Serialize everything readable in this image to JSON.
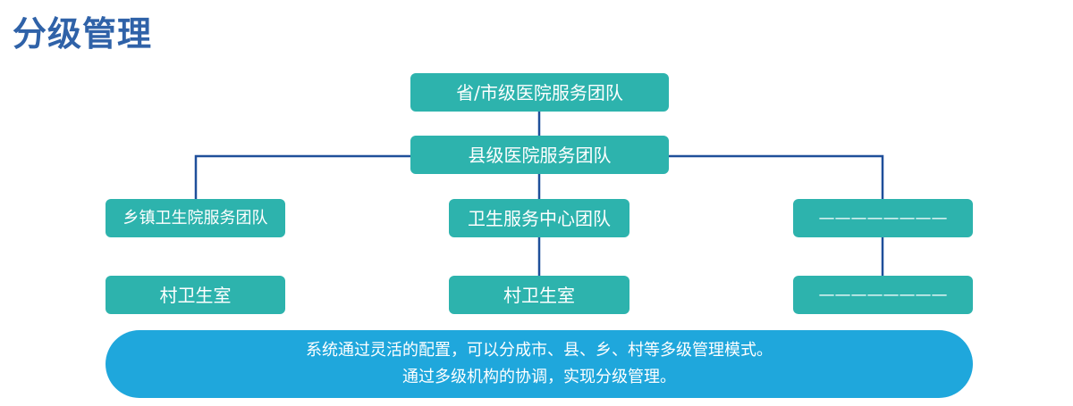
{
  "page": {
    "title": "分级管理"
  },
  "diagram": {
    "nodes": {
      "province": "省/市级医院服务团队",
      "county": "县级医院服务团队",
      "township": "乡镇卫生院服务团队",
      "center": "卫生服务中心团队",
      "right_top": "————————",
      "village_left": "村卫生室",
      "village_center": "村卫生室",
      "right_bottom": "————————"
    },
    "summary": {
      "line1": "系统通过灵活的配置，可以分成市、县、乡、村等多级管理模式。",
      "line2": "通过多级机构的协调，实现分级管理。"
    },
    "colors": {
      "title": "#2f62a8",
      "node_fill": "#2db3ad",
      "connector": "#1f4f9a",
      "summary_fill": "#1fa7dc"
    }
  }
}
